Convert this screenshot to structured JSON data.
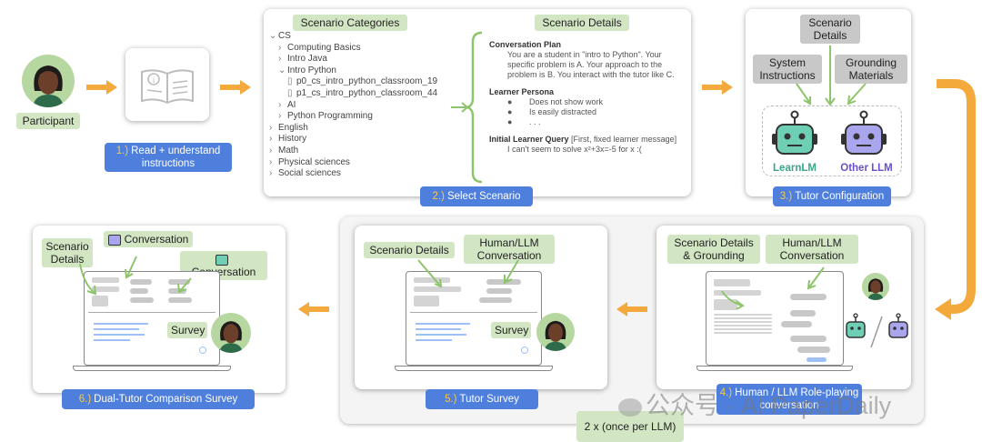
{
  "participant": {
    "label": "Participant"
  },
  "step1": {
    "num": "1.)",
    "text": "Read + understand instructions"
  },
  "step2": {
    "num": "2.)",
    "text": "Select Scenario"
  },
  "step3": {
    "num": "3.)",
    "text": "Tutor Configuration"
  },
  "step4": {
    "num": "4.)",
    "text": "Human / LLM Role-playing conversation"
  },
  "step5": {
    "num": "5.)",
    "text": "Tutor Survey"
  },
  "step6": {
    "num": "6.)",
    "text": "Dual-Tutor Comparison Survey"
  },
  "scenario": {
    "categories_title": "Scenario Categories",
    "details_title": "Scenario Details",
    "tree": [
      {
        "text": "CS",
        "marker": "⌄",
        "indent": 0
      },
      {
        "text": "Computing Basics",
        "marker": "›",
        "indent": 1
      },
      {
        "text": "Intro Java",
        "marker": "›",
        "indent": 1
      },
      {
        "text": "Intro Python",
        "marker": "⌄",
        "indent": 1
      },
      {
        "text": "p0_cs_intro_python_classroom_19",
        "marker": "▯",
        "indent": 2
      },
      {
        "text": "p1_cs_intro_python_classroom_44",
        "marker": "▯",
        "indent": 2
      },
      {
        "text": "AI",
        "marker": "›",
        "indent": 1
      },
      {
        "text": "Python Programming",
        "marker": "›",
        "indent": 1
      },
      {
        "text": "English",
        "marker": "›",
        "indent": 0
      },
      {
        "text": "History",
        "marker": "›",
        "indent": 0
      },
      {
        "text": "Math",
        "marker": "›",
        "indent": 0
      },
      {
        "text": "Physical sciences",
        "marker": "›",
        "indent": 0
      },
      {
        "text": "Social sciences",
        "marker": "›",
        "indent": 0
      }
    ],
    "plan_heading": "Conversation Plan",
    "plan_text": "You are a student in \"intro to Python\". Your specific problem is A. Your approach to the problem is B. You interact with the tutor like C.",
    "persona_heading": "Learner Persona",
    "persona_items": [
      "Does not show work",
      "Is easily distracted",
      ". . ."
    ],
    "query_heading": "Initial Learner Query",
    "query_note": "[First, fixed learner message]",
    "query_text": "I can't seem to solve x²+3x=-5 for x :("
  },
  "config": {
    "scenario_details": "Scenario Details",
    "system_instructions": "System Instructions",
    "grounding_materials": "Grounding Materials",
    "learnlm": "LearnLM",
    "other_llm": "Other LLM"
  },
  "conv": {
    "scenario_grounding": "Scenario Details & Grounding",
    "human_llm": "Human/LLM Conversation"
  },
  "survey5": {
    "scenario_details": "Scenario Details",
    "human_llm": "Human/LLM Conversation",
    "survey": "Survey"
  },
  "survey6": {
    "scenario_details": "Scenario Details",
    "conversation_a": "Conversation",
    "conversation_b": "Conversation",
    "survey": "Survey"
  },
  "repeat": {
    "label": "2 x (once per LLM)"
  },
  "watermark": {
    "text": "公众号 · AI PaperDaily"
  },
  "colors": {
    "step_bg": "#4f7fdc",
    "step_num": "#f7c948",
    "tag_green": "#d3e6c4",
    "arrow": "#f4a93d",
    "learnlm": "#3aa58b",
    "other_llm": "#6b4fc9"
  }
}
